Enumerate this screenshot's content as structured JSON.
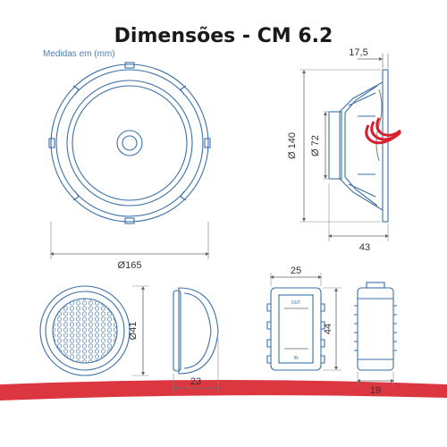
{
  "title": "Dimensões - CM 6.2",
  "subtitle": "Medidas em (mm)",
  "colors": {
    "line": "#3a6fa8",
    "dim": "#666666",
    "accent": "#d8202c",
    "text": "#333333"
  },
  "dimensions": {
    "woofer_diameter": "Ø165",
    "woofer_outer_height": "Ø 140",
    "woofer_inner_height": "Ø 72",
    "woofer_flange": "17,5",
    "woofer_depth": "43",
    "tweeter_diameter": "Ø41",
    "tweeter_depth": "23",
    "crossover_width": "25",
    "crossover_height": "44",
    "crossover_depth": "19"
  },
  "crossover_labels": {
    "out": "OUT",
    "in": "IN"
  }
}
